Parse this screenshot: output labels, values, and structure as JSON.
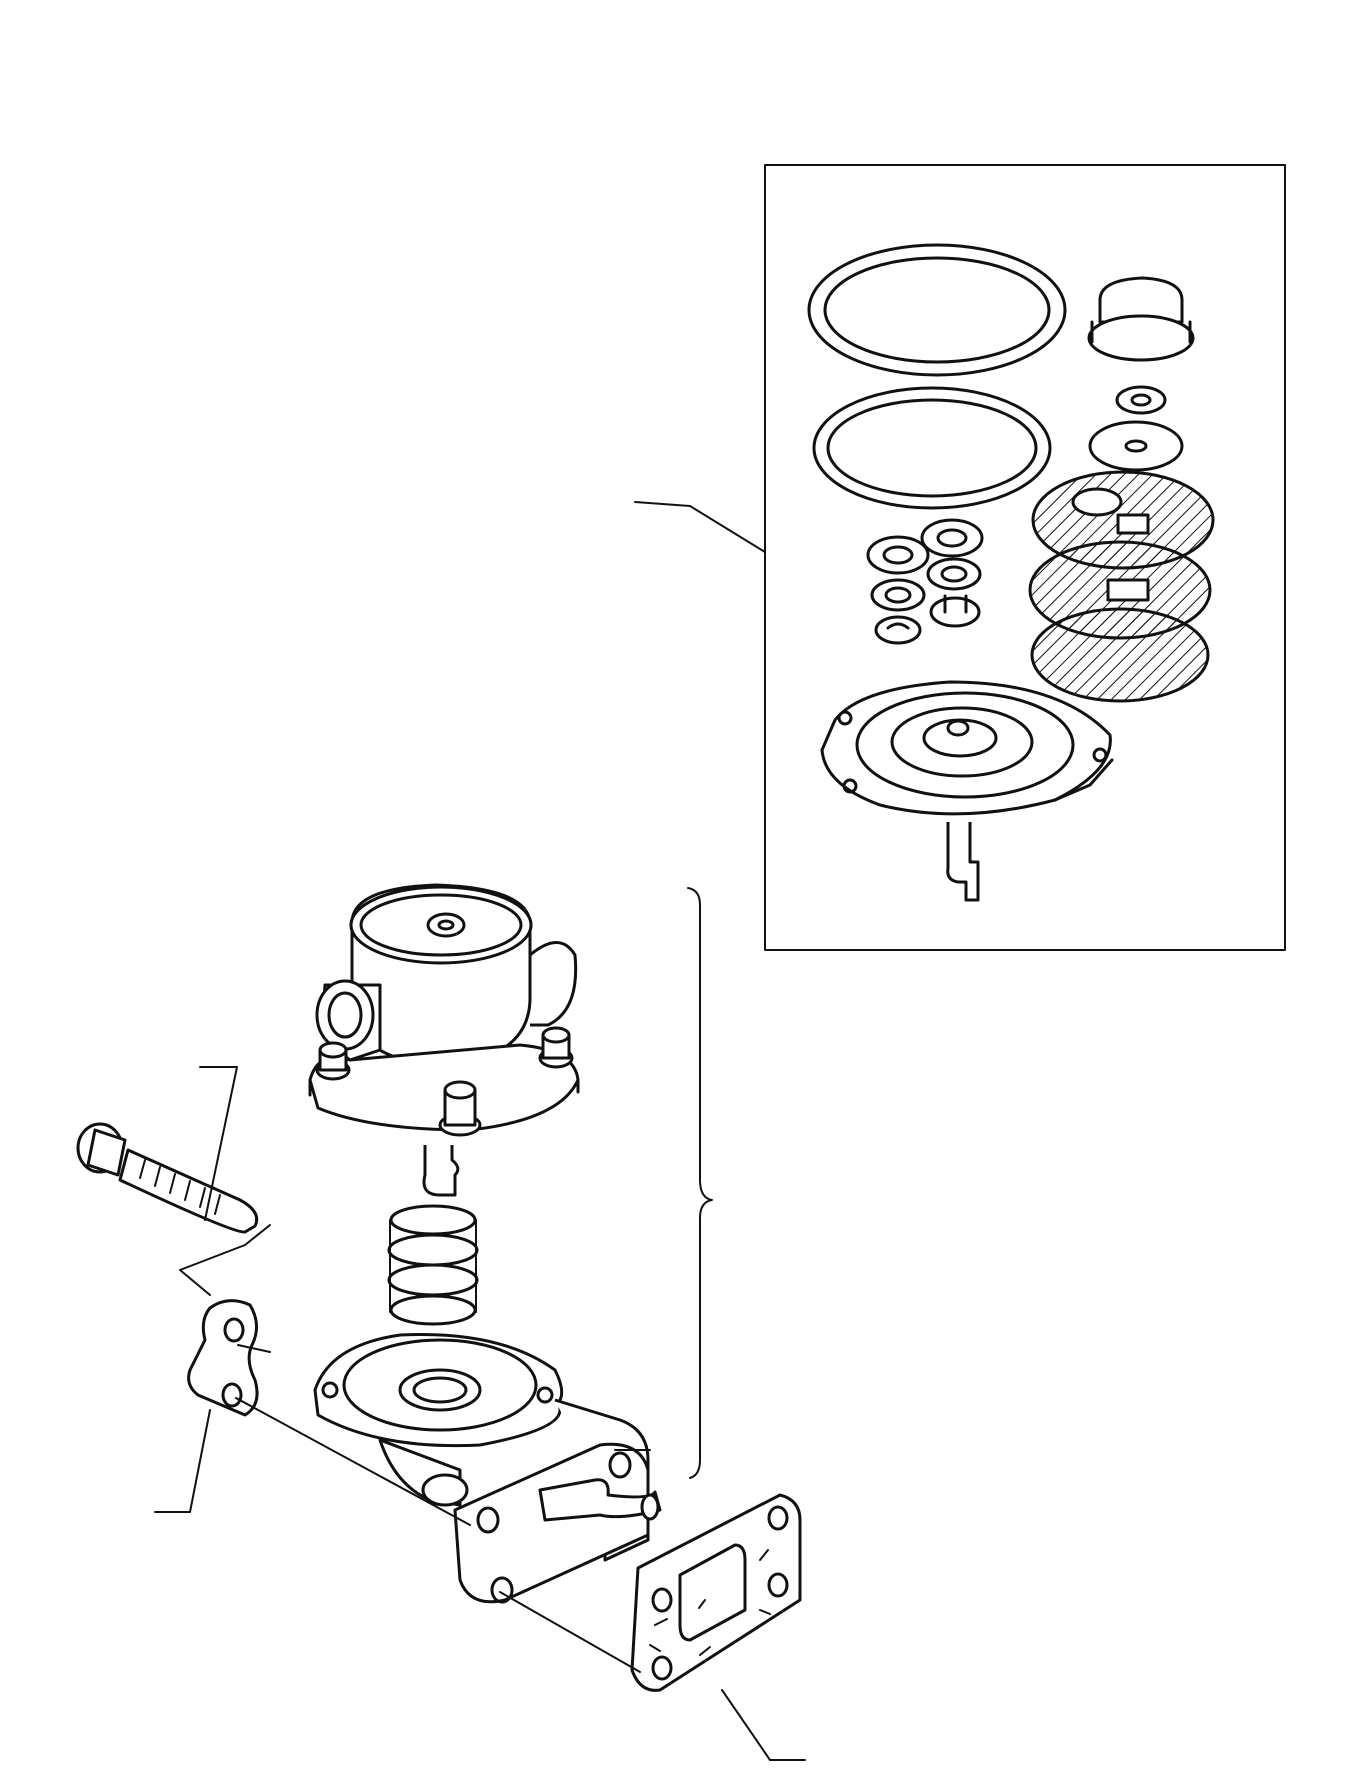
{
  "colors": {
    "ink": "#111111",
    "paper": "#ffffff"
  },
  "parts": [
    "inset-repair-kit",
    "pump-cover",
    "diaphragm-spring",
    "pump-body",
    "mounting-bolt",
    "bolt-plate",
    "flange-gasket"
  ]
}
